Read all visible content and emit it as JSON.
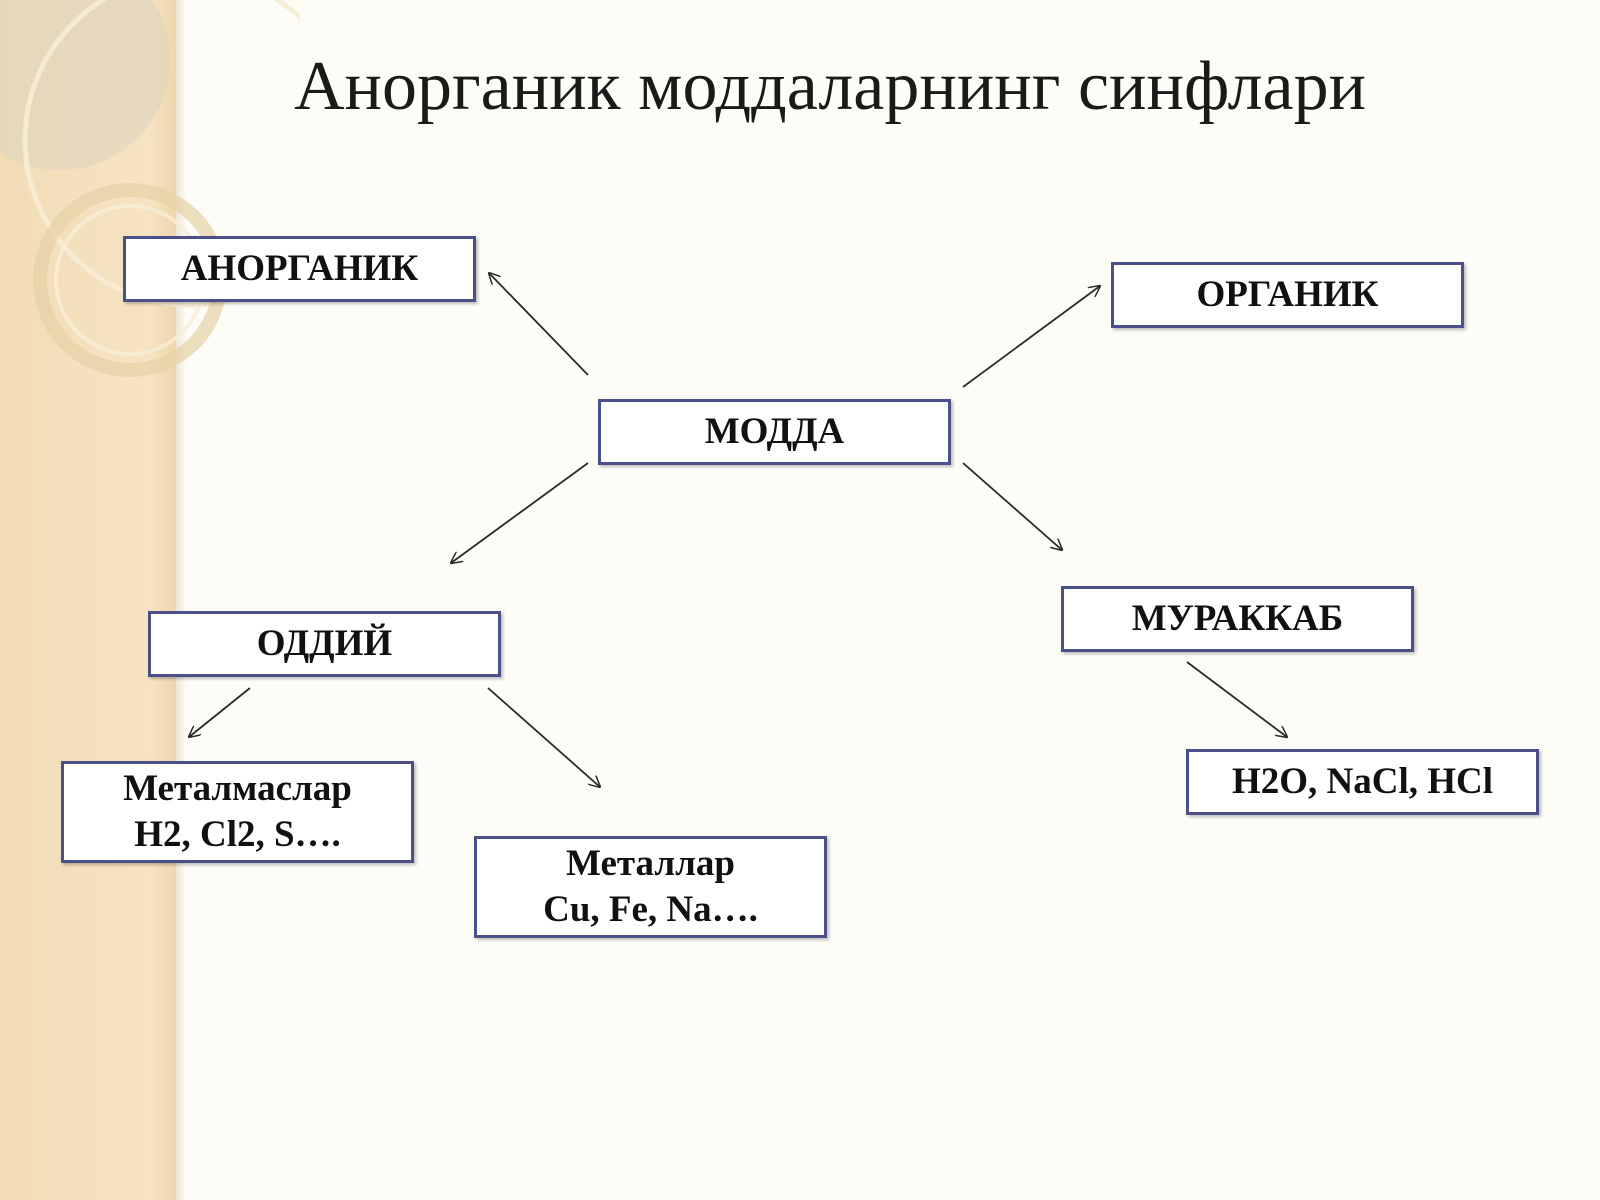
{
  "title": "Анорганик моддаларнинг синфлари",
  "colors": {
    "box_border": "#4b4f8a",
    "arrow": "#2a2a2a",
    "side_band": "#f3dfbb",
    "background": "#fdfcf7"
  },
  "nodes": {
    "modda": {
      "label": "МОДДА"
    },
    "anorganik": {
      "label": "АНОРГАНИК"
    },
    "organik": {
      "label": "ОРГАНИК"
    },
    "oddiy": {
      "label": "ОДДИЙ"
    },
    "murakkab": {
      "label": "МУРАККАБ"
    },
    "metallmaslar": {
      "label": "Металмаслар",
      "examples": "H2, Cl2, S…."
    },
    "metallar": {
      "label": "Металлар",
      "examples": "Cu, Fe, Na…."
    },
    "murakkab_examples": {
      "examples": "H2O, NaCl, HCl"
    }
  },
  "edges": [
    {
      "from": "modda",
      "to": "anorganik"
    },
    {
      "from": "modda",
      "to": "organik"
    },
    {
      "from": "modda",
      "to": "oddiy"
    },
    {
      "from": "modda",
      "to": "murakkab"
    },
    {
      "from": "oddiy",
      "to": "metallmaslar"
    },
    {
      "from": "oddiy",
      "to": "metallar"
    },
    {
      "from": "murakkab",
      "to": "murakkab_examples"
    }
  ]
}
